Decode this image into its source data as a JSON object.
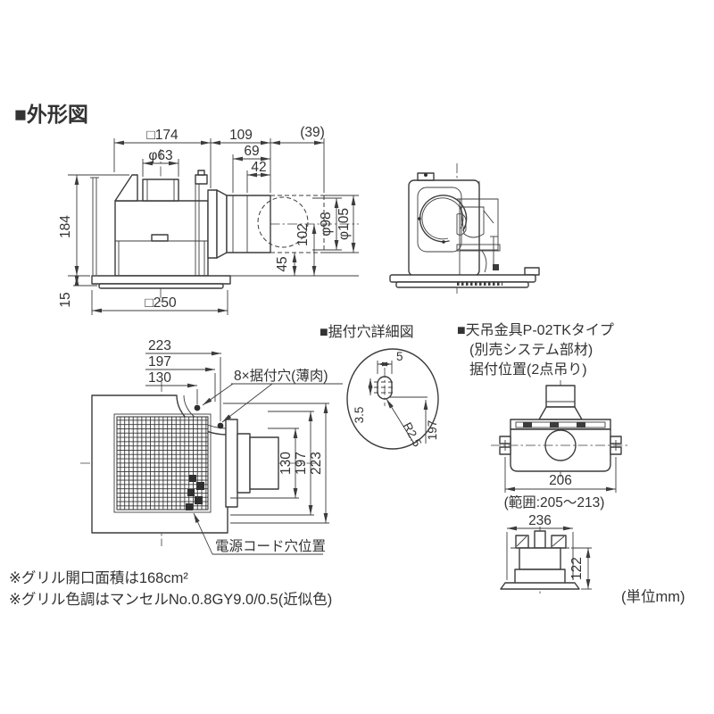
{
  "page": {
    "unit_label": "(単位mm)",
    "background": "#ffffff",
    "line_color": "#3c3c3c",
    "text_color": "#333333"
  },
  "sections": {
    "outline_title": "■外形図",
    "hole_detail_title": "■据付穴詳細図",
    "bracket_title_line1": "■天吊金具P-02TKタイプ",
    "bracket_title_line2": "(別売システム部材)",
    "bracket_title_line3": "据付位置(2点吊り)"
  },
  "side_view": {
    "dim_width_top": "□174",
    "dim_duct_length": "109",
    "dim_duct_ref": "(39)",
    "dim_collar_dia": "φ63",
    "dim_69": "69",
    "dim_42": "42",
    "dim_height": "184",
    "dim_duct_inner_dia": "φ98",
    "dim_duct_outer_dia": "φ105",
    "dim_102": "102",
    "dim_45": "45",
    "dim_flange_height": "15",
    "dim_flange_width": "□250"
  },
  "bottom_view": {
    "dim_h_223": "223",
    "dim_h_197": "197",
    "dim_h_130": "130",
    "dim_v_130": "130",
    "dim_v_197": "197",
    "dim_v_223": "223",
    "label_mount_holes": "8×据付穴(薄肉)",
    "label_cord_hole": "電源コード穴位置"
  },
  "hole_detail": {
    "dim_width": "5",
    "dim_height": "3.5",
    "dim_radius": "R2.5",
    "dim_position": "197"
  },
  "bracket": {
    "dim_pitch": "206",
    "pitch_range": "(範囲:205～213)",
    "dim_width": "236",
    "dim_height": "122"
  },
  "notes": {
    "note1": "※グリル開口面積は168cm²",
    "note2": "※グリル色調はマンセルNo.0.8GY9.0/0.5(近似色)"
  }
}
